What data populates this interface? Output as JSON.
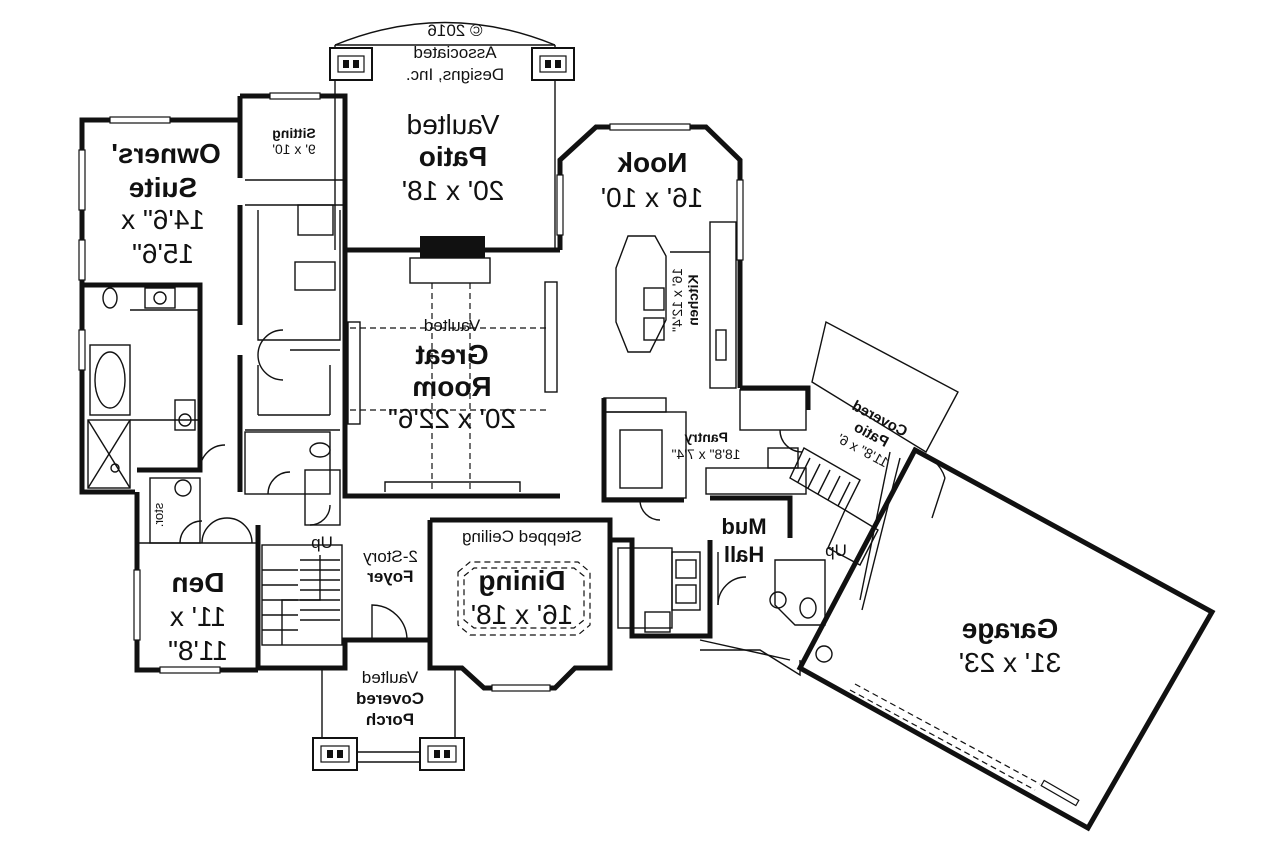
{
  "copyright": {
    "line1": "© 2016",
    "line2": "Associated",
    "line3": "Designs, Inc."
  },
  "rooms": {
    "vaulted_patio": {
      "qualifier": "Vaulted",
      "name": "Patio",
      "size": "20' x 18'"
    },
    "nook": {
      "name": "Nook",
      "size": "16' x 10'"
    },
    "owners_suite": {
      "name_line1": "Owners'",
      "name_line2": "Suite",
      "size_line1": "14'6\" x",
      "size_line2": "15'6\""
    },
    "sitting": {
      "name": "Sitting",
      "size": "9' x 10'"
    },
    "kitchen": {
      "name": "Kitchen",
      "size": "16' x 12'4\""
    },
    "great_room": {
      "qualifier": "Vaulted",
      "name_line1": "Great",
      "name_line2": "Room",
      "size": "20' x 22'6\""
    },
    "pantry": {
      "name": "Pantry",
      "size": "18'8\" x 7'4\""
    },
    "covered_patio": {
      "name_line1": "Covered",
      "name_line2": "Patio",
      "size": "11'8\" x 6'"
    },
    "mud_hall": {
      "name_line1": "Mud",
      "name_line2": "Hall"
    },
    "den": {
      "name": "Den",
      "size_line1": "11' x",
      "size_line2": "11'8\""
    },
    "foyer": {
      "qualifier": "2-Story",
      "name": "Foyer"
    },
    "dining": {
      "ceiling": "Stepped Ceiling",
      "name": "Dining",
      "size": "16' x 18'"
    },
    "garage": {
      "name": "Garage",
      "size": "31' x 23'"
    },
    "porch": {
      "line1": "Vaulted",
      "line2": "Covered",
      "line3": "Porch"
    },
    "stor": {
      "name": "stor."
    }
  },
  "stairs": {
    "up_main": "Up",
    "up_mud": "Up"
  },
  "colors": {
    "line": "#111111",
    "background": "#ffffff"
  }
}
